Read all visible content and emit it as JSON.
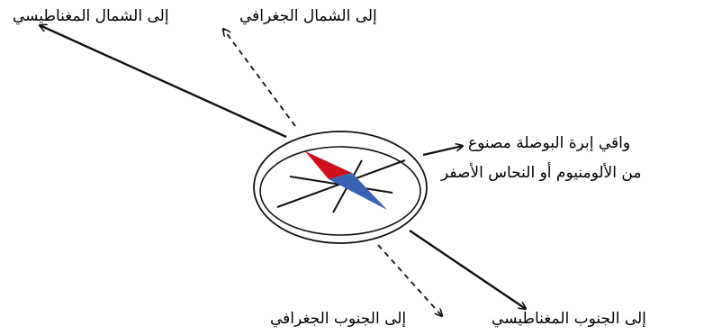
{
  "labels": {
    "north_magnetic": "إلى الشمال المغناطيسي",
    "north_geographic": "إلى الشمال الجغرافي",
    "south_geographic": "إلى الجنوب الجغرافي",
    "south_magnetic": "إلى الجنوب المغناطيسي",
    "needle_note_line1": "واقي إبرة البوصلة مصنوع",
    "needle_note_line2": "من الألومنيوم أو النحاس الأصفر"
  },
  "colors": {
    "needle_north": "#cc0f1a",
    "needle_south": "#3a62b2",
    "line": "#111111"
  }
}
